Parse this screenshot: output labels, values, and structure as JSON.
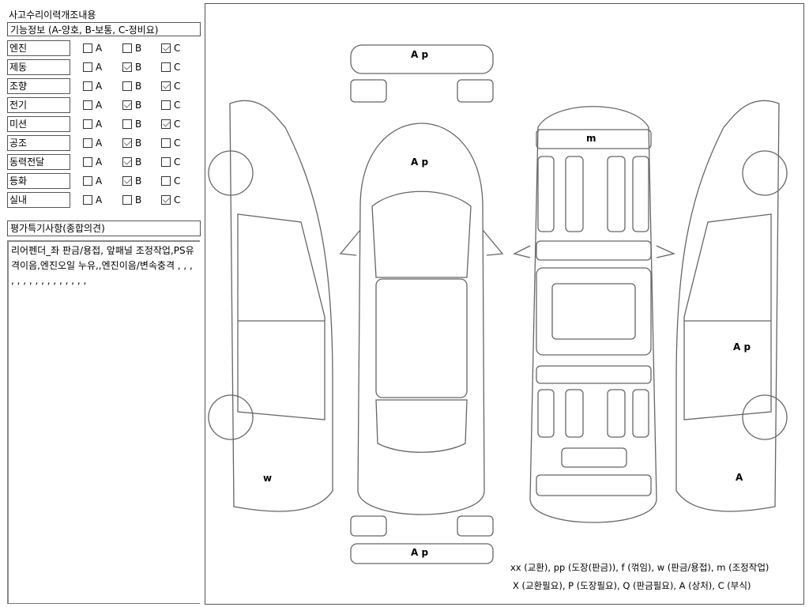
{
  "title": "사고수리이력개조내용",
  "function_info_header": "기능정보 (A-양호, B-보통, C-정비요)",
  "option_labels": [
    "A",
    "B",
    "C"
  ],
  "items": [
    {
      "label": "엔진",
      "selected": "C"
    },
    {
      "label": "제동",
      "selected": "B"
    },
    {
      "label": "조향",
      "selected": "C"
    },
    {
      "label": "전기",
      "selected": "B"
    },
    {
      "label": "미션",
      "selected": "C"
    },
    {
      "label": "공조",
      "selected": "B"
    },
    {
      "label": "동력전달",
      "selected": "B"
    },
    {
      "label": "등화",
      "selected": "B"
    },
    {
      "label": "실내",
      "selected": "C"
    }
  ],
  "evaluation_header": "평가특기사항(종합의견)",
  "evaluation_text": " 리어펜더_좌 판금/용접,  앞패널 조정작업,PS유격이음,엔진오일 누유,,엔진이음/변속충격 , , , , , , , , , , , , , , , ,",
  "diagram_marks": {
    "front_bumper": "A p",
    "hood": "A p",
    "roof": "m",
    "right_rear_door": "A p",
    "left_rear_fender": "w",
    "right_rear_fender": "A",
    "rear_bumper": "A p"
  },
  "legend": {
    "line1": "xx (교환), pp (도장(판금)), f (꺾임), w (판금/용접), m (조정작업)",
    "line2": "X (교환필요), P (도장필요), Q (판금필요), A (상처), C (부식)"
  }
}
